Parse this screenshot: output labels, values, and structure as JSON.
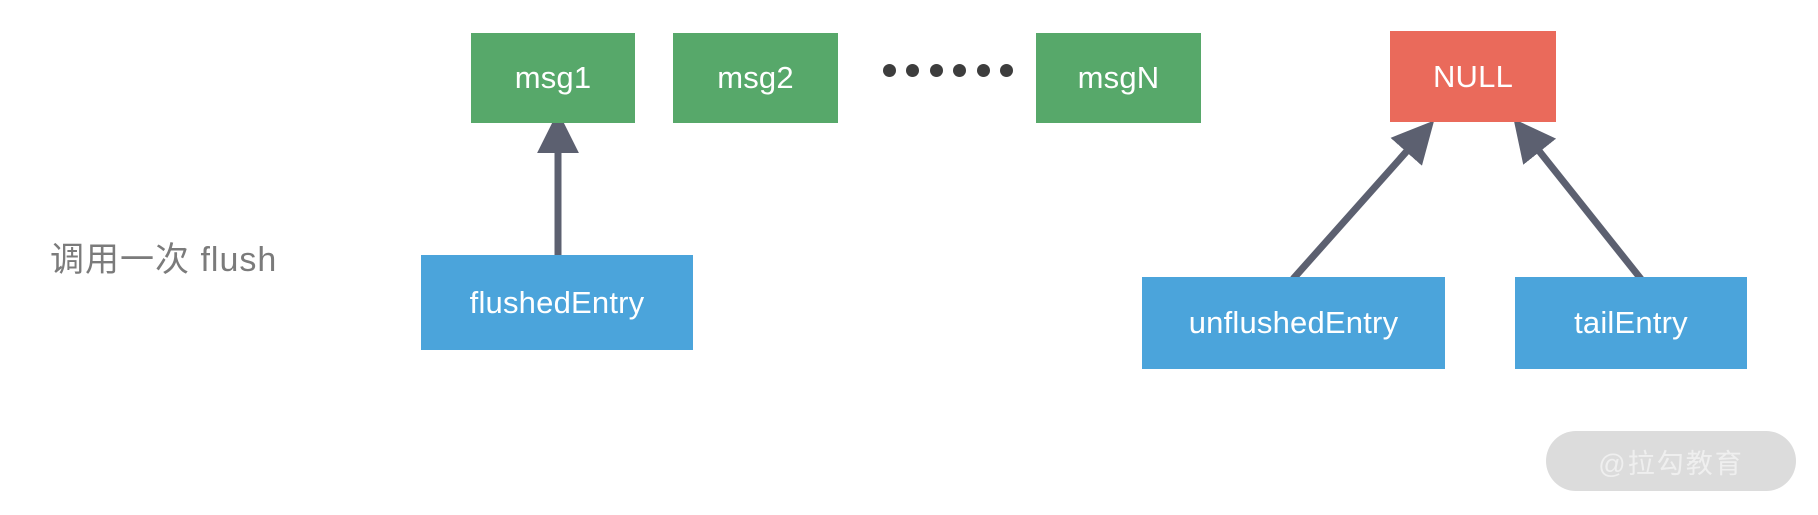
{
  "diagram": {
    "caption": "调用一次 flush",
    "colors": {
      "green": "#57a86a",
      "red": "#ea6a5b",
      "blue": "#4ba4db",
      "arrow": "#5c6070",
      "dot": "#3d3d3d",
      "caption_text": "#7b7b7b",
      "watermark_bg": "#dcdcdc",
      "watermark_text": "#efefef"
    },
    "messages": [
      {
        "label": "msg1"
      },
      {
        "label": "msg2"
      },
      {
        "label": "msgN"
      }
    ],
    "ellipsis_dots": 6,
    "null_node": {
      "label": "NULL"
    },
    "pointers": [
      {
        "label": "flushedEntry"
      },
      {
        "label": "unflushedEntry"
      },
      {
        "label": "tailEntry"
      }
    ],
    "arrows": [
      {
        "from": "flushedEntry",
        "to": "msg1"
      },
      {
        "from": "unflushedEntry",
        "to": "NULL"
      },
      {
        "from": "tailEntry",
        "to": "NULL"
      }
    ]
  },
  "watermark": {
    "text": "@拉勾教育"
  }
}
